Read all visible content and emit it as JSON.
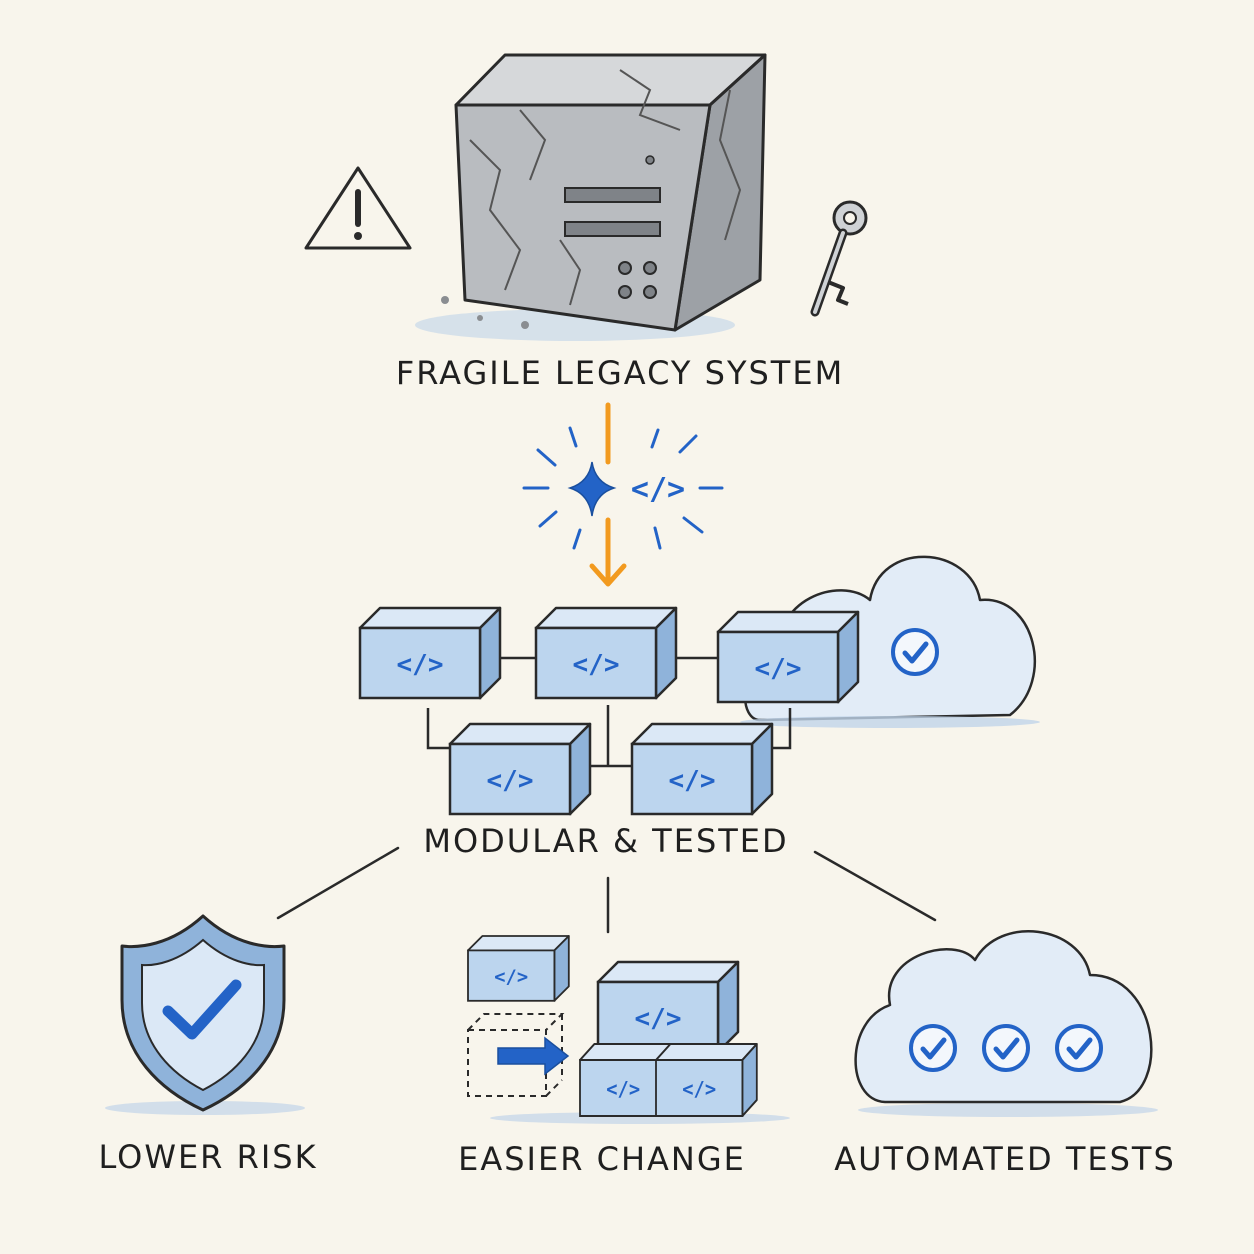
{
  "diagram": {
    "nodes": {
      "legacy": {
        "label": "FRAGILE LEGACY SYSTEM"
      },
      "modular": {
        "label": "MODULAR & TESTED"
      },
      "risk": {
        "label": "LOWER RISK"
      },
      "change": {
        "label": "EASIER CHANGE"
      },
      "tests": {
        "label": "AUTOMATED TESTS"
      }
    },
    "icons": [
      "warning-triangle-icon",
      "cracked-server-block-icon",
      "key-icon",
      "sparkle-icon",
      "code-tag-icon",
      "down-arrow-icon",
      "code-module-block-icon",
      "cloud-icon",
      "check-circle-icon",
      "shield-check-icon",
      "right-arrow-icon"
    ],
    "module_glyph": "</>",
    "colors": {
      "background": "#f8f5ec",
      "ink": "#1f1f1f",
      "stone": "#b9bcc0",
      "module_fill": "#bcd5ee",
      "accent_blue": "#2363c7",
      "accent_orange": "#f29a1f"
    }
  }
}
